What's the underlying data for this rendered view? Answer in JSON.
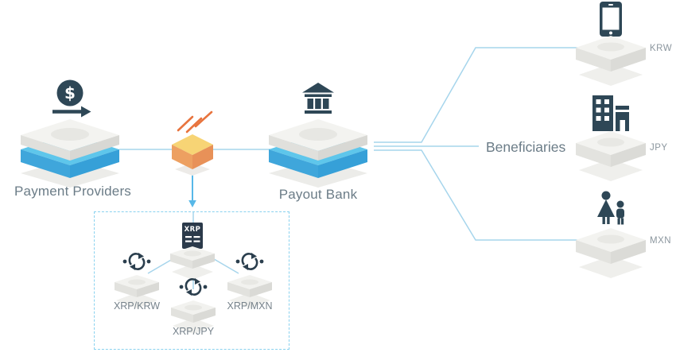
{
  "diagram": {
    "title_context": "payment-flow-diagram",
    "left_flow": {
      "payment_providers_label": "Payment Providers",
      "payout_bank_label": "Payout Bank",
      "beneficiaries_label": "Beneficiaries"
    },
    "currencies": {
      "krw": "KRW",
      "jpy": "JPY",
      "mxn": "MXN"
    },
    "exchange_box": {
      "ledger_label": "XRP",
      "pairs": [
        "XRP/KRW",
        "XRP/JPY",
        "XRP/MXN"
      ]
    },
    "icons": [
      "dollar-circle-icon",
      "right-arrow-icon",
      "speed-lines-icon",
      "bank-icon",
      "phone-icon",
      "building-icon",
      "people-icon",
      "xrp-ledger-icon",
      "exchange-icon",
      "double-arrow-icon"
    ],
    "colors": {
      "connector_line": "#a6d5ec",
      "double_arrow": "#57b8e8",
      "dashed_border": "#8ad2ef",
      "icon_dark": "#2e4756",
      "label_gray": "#6b7c87",
      "small_label_gray": "#8b969e",
      "orange_top": "#f7d475",
      "orange_side": "#e89158",
      "blue_layer_top": "#5ec6eb",
      "blue_layer_front": "#3aa2d9"
    }
  }
}
